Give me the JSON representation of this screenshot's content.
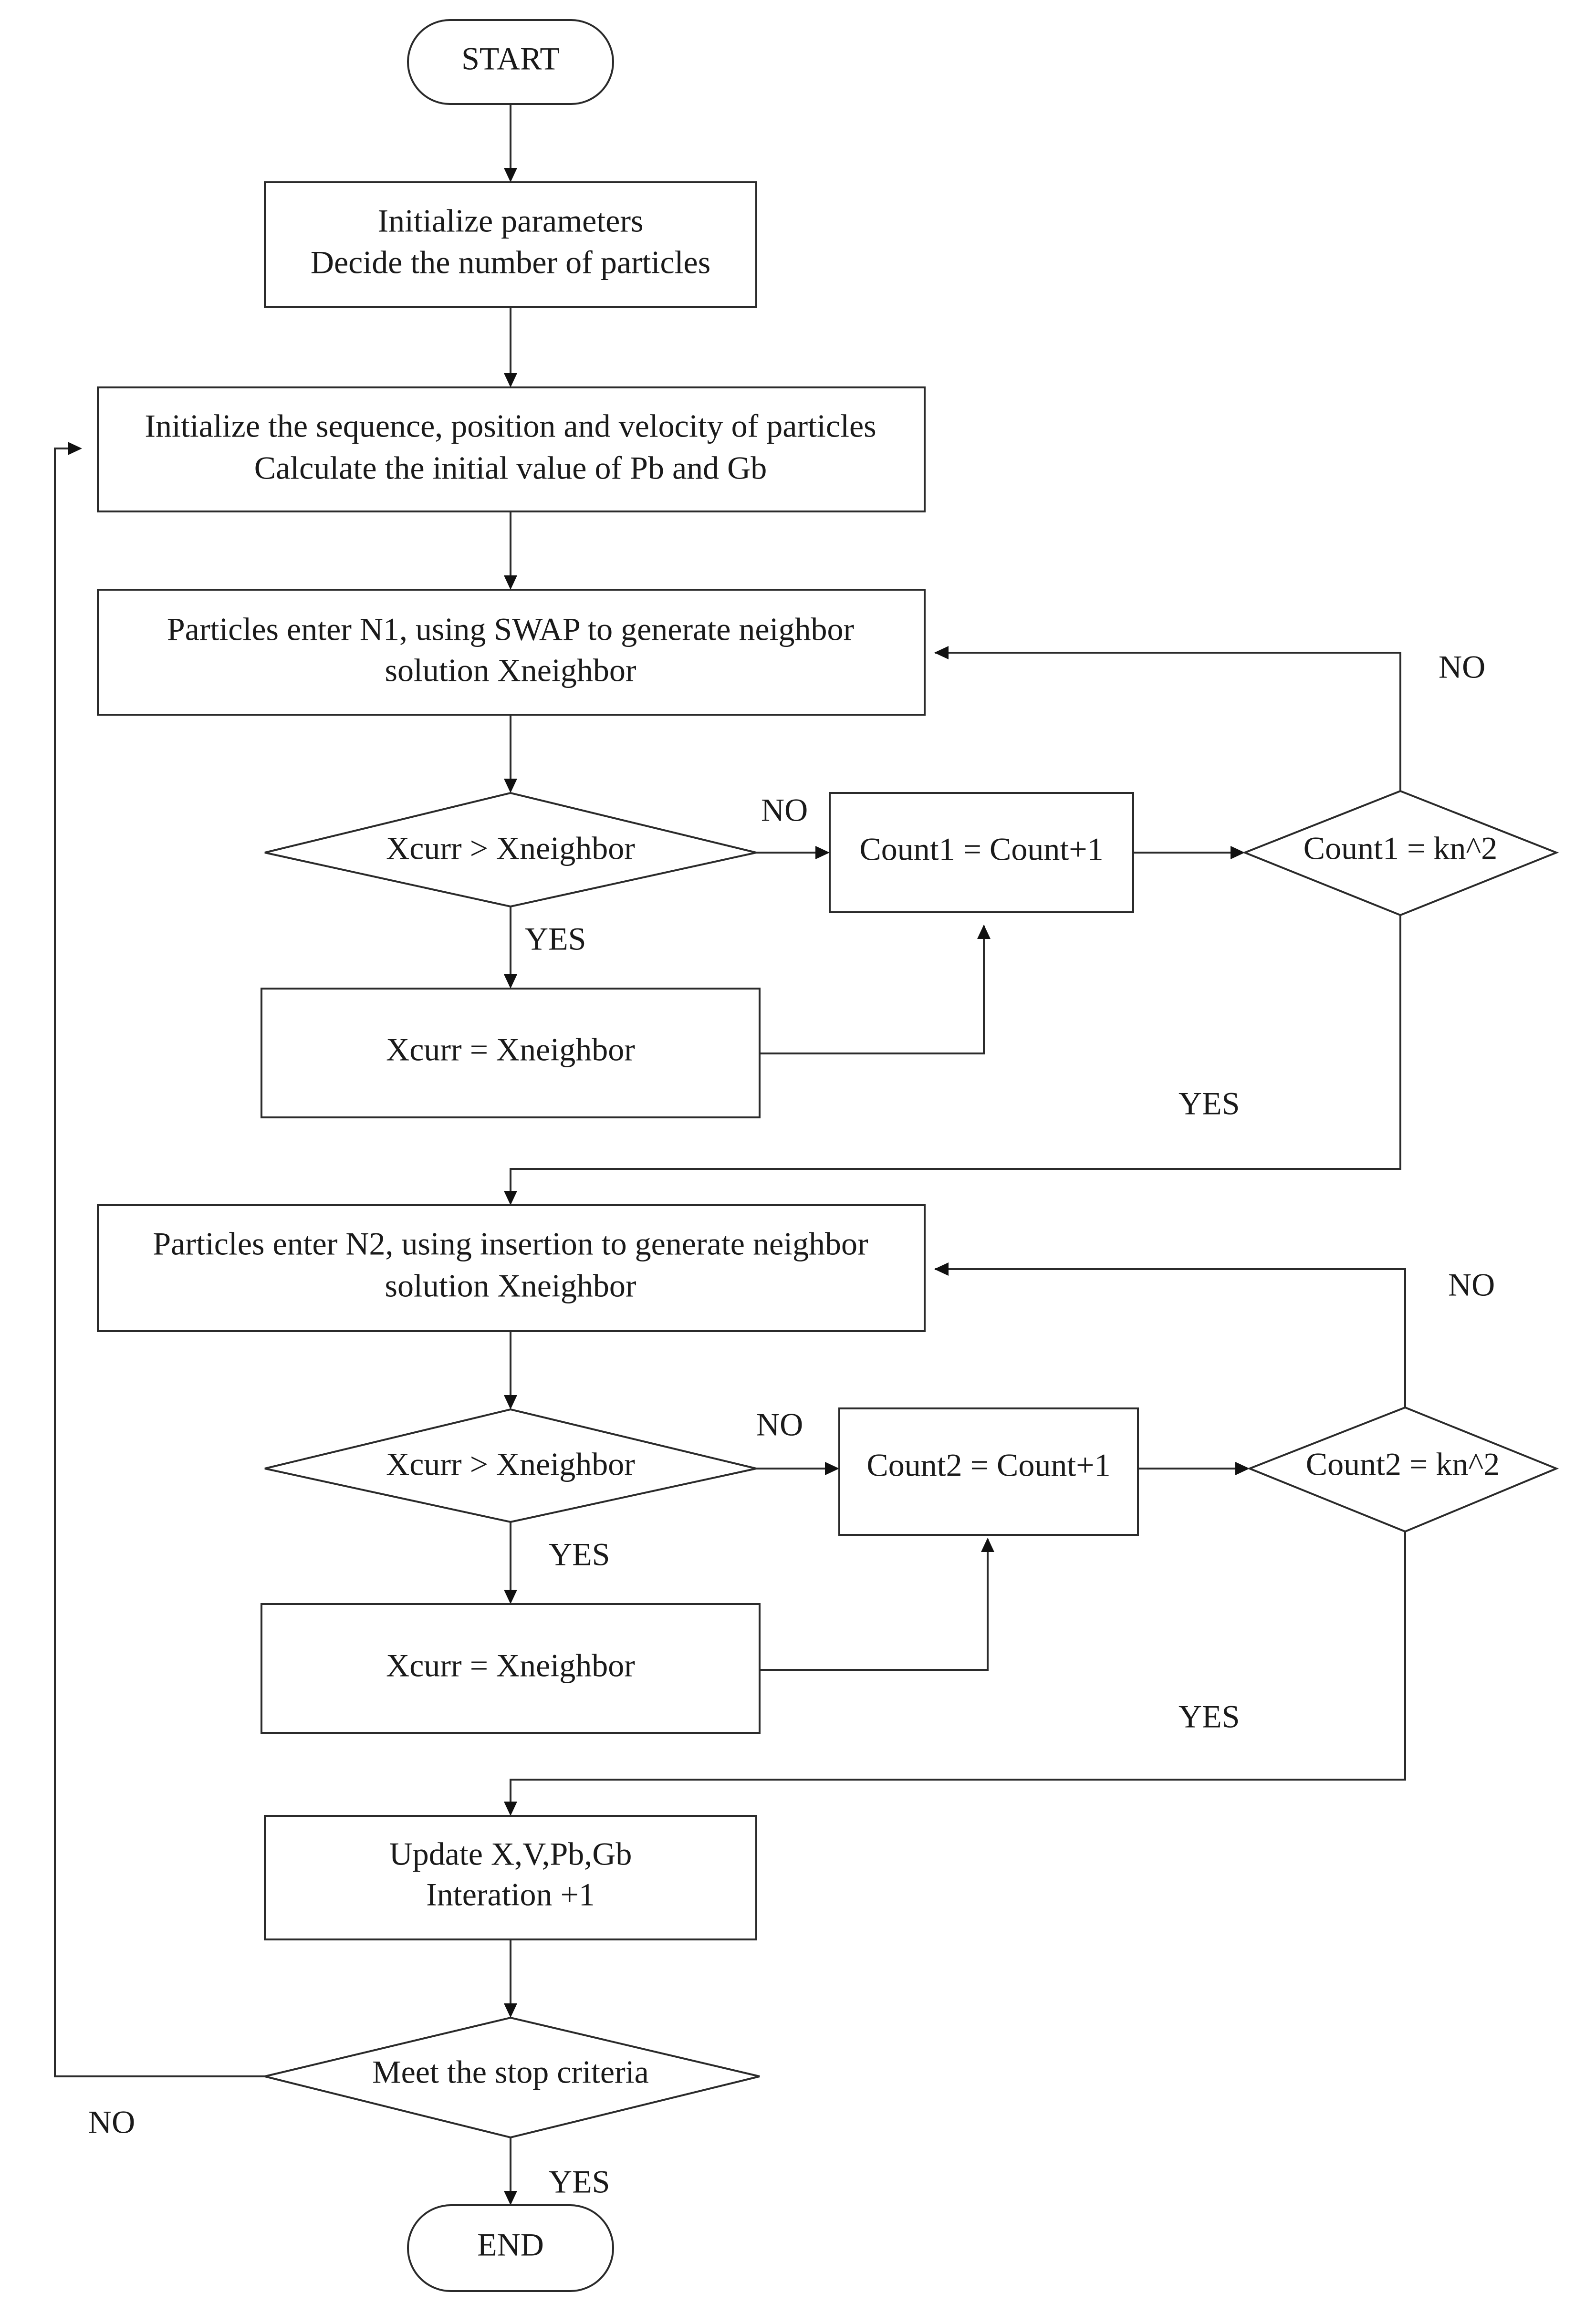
{
  "nodes": {
    "start": "START",
    "init_params": [
      "Initialize parameters",
      "Decide the number of particles"
    ],
    "init_particles": [
      "Initialize the sequence, position and velocity of particles",
      "Calculate the initial value of Pb and Gb"
    ],
    "n1_enter": [
      "Particles enter N1, using SWAP to generate neighbor",
      "solution Xneighbor"
    ],
    "n1_compare": "Xcurr > Xneighbor",
    "n1_count": "Count1 = Count+1",
    "n1_check": "Count1 = kn^2",
    "n1_assign": "Xcurr = Xneighbor",
    "n2_enter": [
      "Particles enter N2, using insertion to generate neighbor",
      "solution Xneighbor"
    ],
    "n2_compare": "Xcurr > Xneighbor",
    "n2_count": "Count2 = Count+1",
    "n2_check": "Count2 = kn^2",
    "n2_assign": "Xcurr = Xneighbor",
    "update": [
      "Update X,V,Pb,Gb",
      "Interation +1"
    ],
    "stop_check": "Meet the stop criteria",
    "end": "END"
  },
  "labels": {
    "n1_no_loop": "NO",
    "n1_compare_no": "NO",
    "n1_compare_yes": "YES",
    "n1_check_yes": "YES",
    "n2_no_loop": "NO",
    "n2_compare_no": "NO",
    "n2_compare_yes": "YES",
    "n2_check_yes": "YES",
    "stop_no": "NO",
    "stop_yes": "YES"
  }
}
